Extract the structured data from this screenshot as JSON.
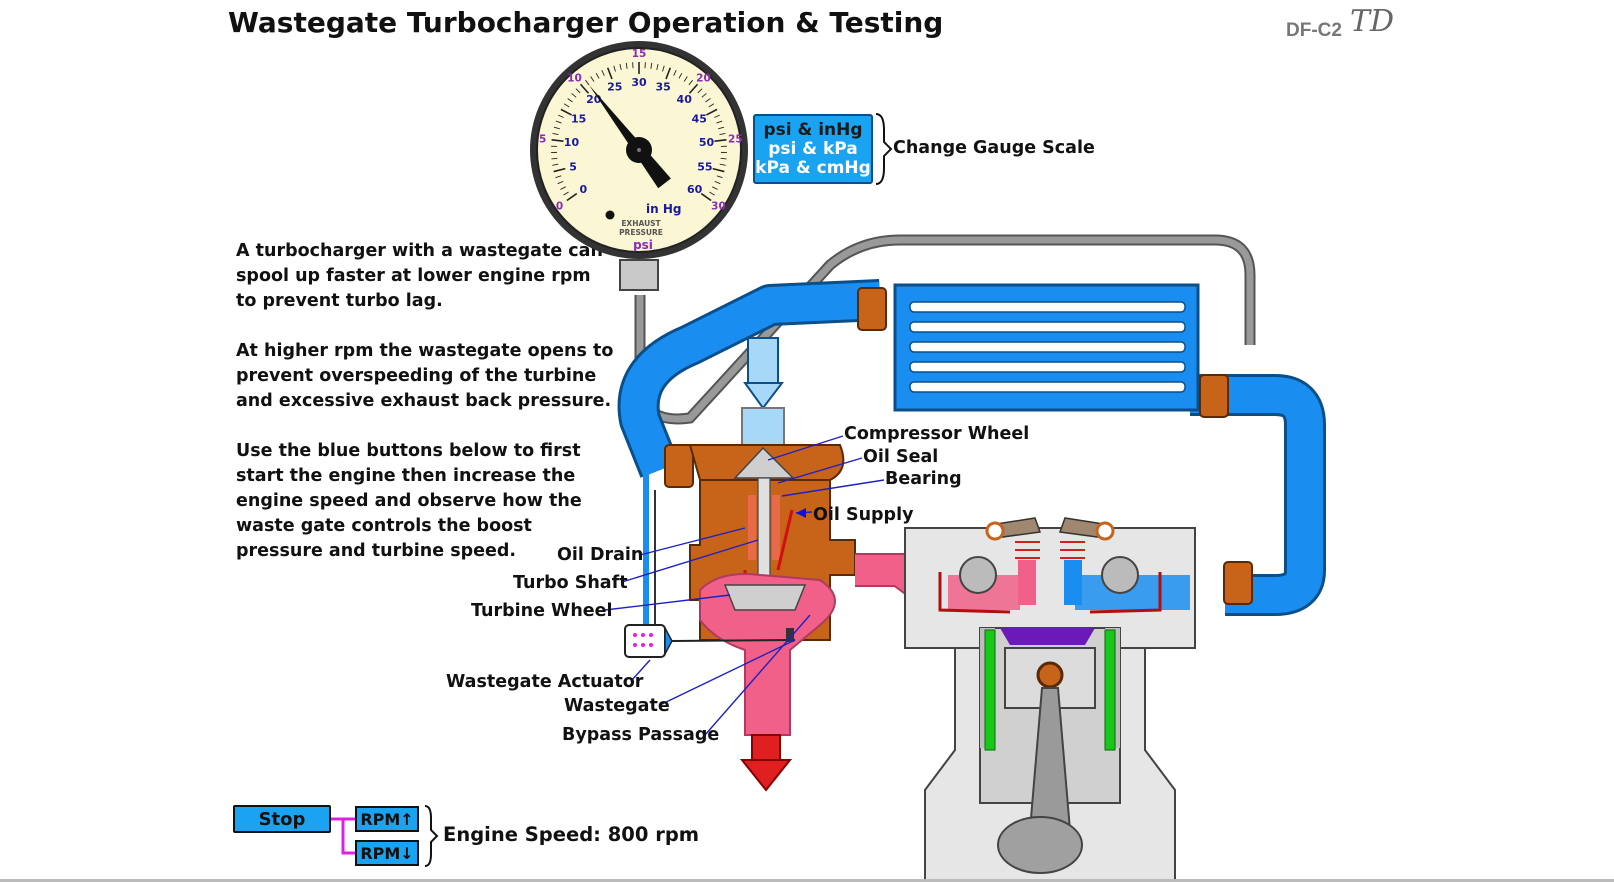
{
  "header": {
    "title": "Wastegate Turbocharger Operation & Testing",
    "doc_id": "DF-C2",
    "logo_mark": "TD"
  },
  "description": [
    "A turbocharger with a wastegate can spool up faster at lower engine rpm to prevent turbo lag.",
    "At higher rpm the wastegate opens to prevent overspeeding of the turbine and excessive exhaust back pressure.",
    "Use the blue buttons below to first start the engine then increase the engine speed and observe how the waste gate controls the boost pressure and turbine speed."
  ],
  "gauge": {
    "outer_ticks": [
      "15",
      "20",
      "25",
      "30"
    ],
    "outer_ticks_left": [
      "10",
      "5",
      "0"
    ],
    "inner_ticks": [
      "0",
      "5",
      "10",
      "15",
      "20",
      "25",
      "30",
      "35",
      "40",
      "45",
      "50",
      "55",
      "60"
    ],
    "unit_inhg": "in Hg",
    "caption_line1": "EXHAUST",
    "caption_line2": "PRESSURE",
    "unit_psi": "psi",
    "needle_reading_psi": 10.5
  },
  "scale_selector": {
    "options": [
      "psi & inHg",
      "psi & kPa",
      "kPa & cmHg"
    ],
    "selected_index": 0,
    "label": "Change Gauge Scale"
  },
  "callouts": {
    "compressor_wheel": "Compressor Wheel",
    "oil_seal": "Oil Seal",
    "bearing": "Bearing",
    "oil_supply": "Oil Supply",
    "oil_drain": "Oil Drain",
    "turbo_shaft": "Turbo Shaft",
    "turbine_wheel": "Turbine Wheel",
    "wastegate_actuator": "Wastegate Actuator",
    "wastegate": "Wastegate",
    "bypass_passage": "Bypass Passage"
  },
  "controls": {
    "stop_label": "Stop",
    "rpm_up_label": "RPM↑",
    "rpm_down_label": "RPM↓",
    "engine_speed_label": "Engine Speed: 800 rpm"
  },
  "colors": {
    "intake_blue": "#1a8ef0",
    "exhaust_pink": "#f06088",
    "turbo_bronze": "#c8631a",
    "gauge_face": "#fbf6d3",
    "button_blue": "#1aa3f0",
    "oil_red": "#d01010",
    "callout_line": "#2020c0"
  }
}
